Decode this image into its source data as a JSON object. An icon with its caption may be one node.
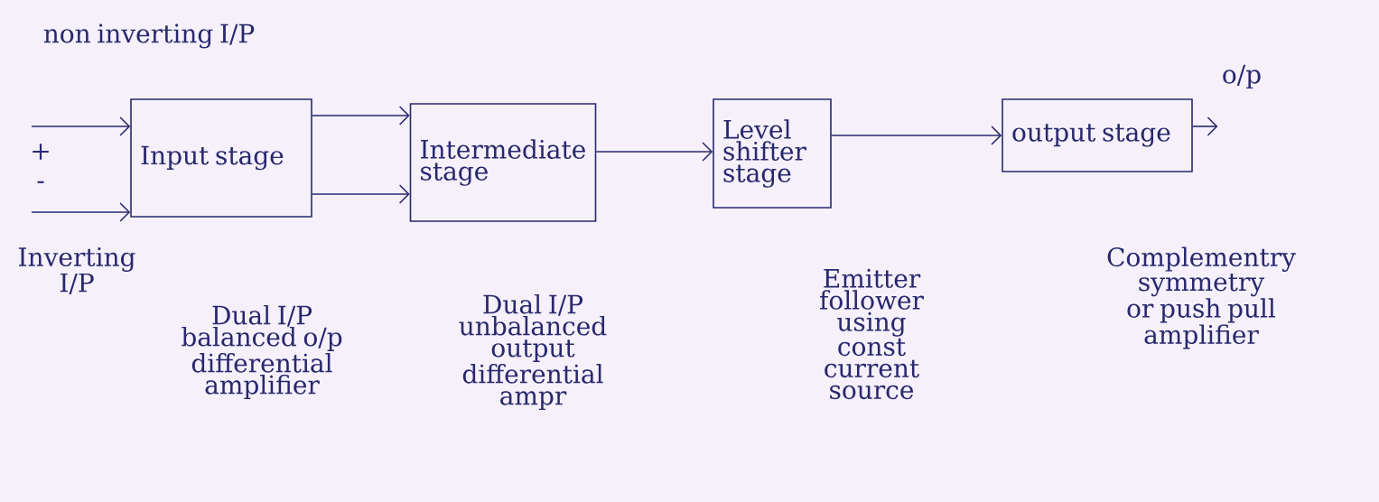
{
  "diagram": {
    "nodes": [
      {
        "text": [
          "Input stage"
        ],
        "beside": [
          "Dual I/P balanced o/p differential amplifier"
        ]
      },
      {
        "text": [
          "Intermediate stage"
        ],
        "beside": [
          "Dual I/P unbalanced output differential ampr"
        ]
      },
      {
        "text": [
          "Level shifter stage"
        ],
        "beside": [
          "Emitter follower using const current source"
        ]
      },
      {
        "text": [
          "output stage"
        ],
        "beside": [
          "Complementry symmetry or push pull amplifier"
        ]
      },
      {
        "text": [
          "o/p"
        ]
      }
    ],
    "edges": [
      {
        "from": null,
        "to": 0,
        "arrow": "to"
      },
      {
        "from": null,
        "to": 0,
        "arrow": "to"
      },
      {
        "from": 0,
        "to": 1,
        "arrow": "to"
      },
      {
        "from": 0,
        "to": 1,
        "arrow": "to"
      },
      {
        "from": 1,
        "to": 2,
        "arrow": "to"
      },
      {
        "from": 2,
        "to": 3,
        "arrow": "to"
      },
      {
        "from": 3,
        "to": 4,
        "arrow": "to"
      }
    ],
    "labels": [
      "non inverting I/P",
      "+",
      "-",
      "Inverting I/P"
    ]
  }
}
